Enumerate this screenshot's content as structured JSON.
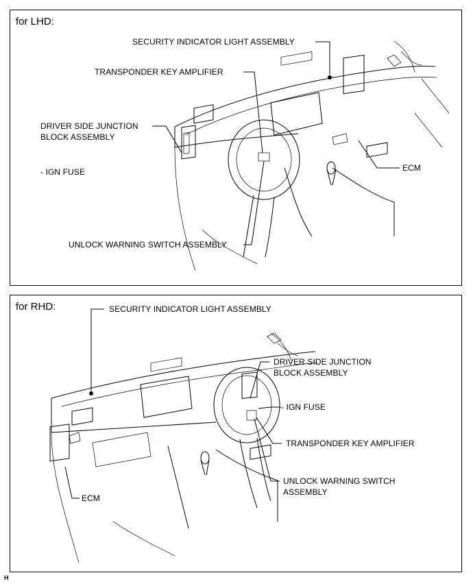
{
  "lhd": {
    "title": "for LHD:",
    "labels": {
      "security_indicator": "SECURITY INDICATOR LIGHT ASSEMBLY",
      "transponder": "TRANSPONDER KEY AMPLIFIER",
      "junction_line1": "DRIVER SIDE JUNCTION",
      "junction_line2": "BLOCK ASSEMBLY",
      "ign_fuse": "- IGN FUSE",
      "ecm": "ECM",
      "unlock_warning": "UNLOCK WARNING SWITCH ASSEMBLY"
    }
  },
  "rhd": {
    "title": "for RHD:",
    "labels": {
      "security_indicator": "SECURITY INDICATOR LIGHT ASSEMBLY",
      "junction_line1": "DRIVER SIDE JUNCTION",
      "junction_line2": "BLOCK ASSEMBLY",
      "ign_fuse": "- IGN FUSE",
      "transponder": "TRANSPONDER KEY AMPLIFIER",
      "unlock_line1": "UNLOCK WARNING SWITCH",
      "unlock_line2": "ASSEMBLY",
      "ecm": "ECM"
    }
  },
  "figure_code": "H"
}
